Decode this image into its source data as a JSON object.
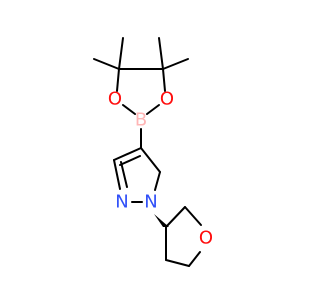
{
  "molecule": {
    "atoms": [
      {
        "id": "o_boronate_left",
        "symbol": "O",
        "color": "#FF0D0D"
      },
      {
        "id": "o_boronate_right",
        "symbol": "O",
        "color": "#FF0D0D"
      },
      {
        "id": "b_boron",
        "symbol": "B",
        "color": "#FFB5B5"
      },
      {
        "id": "n_pyrazole_2",
        "symbol": "N",
        "color": "#3050F8"
      },
      {
        "id": "n_pyrazole_1",
        "symbol": "N",
        "color": "#3050F8"
      },
      {
        "id": "o_oxolane",
        "symbol": "O",
        "color": "#FF0D0D"
      }
    ],
    "bond_color": "#000000",
    "stereo_bond": "wedge"
  }
}
